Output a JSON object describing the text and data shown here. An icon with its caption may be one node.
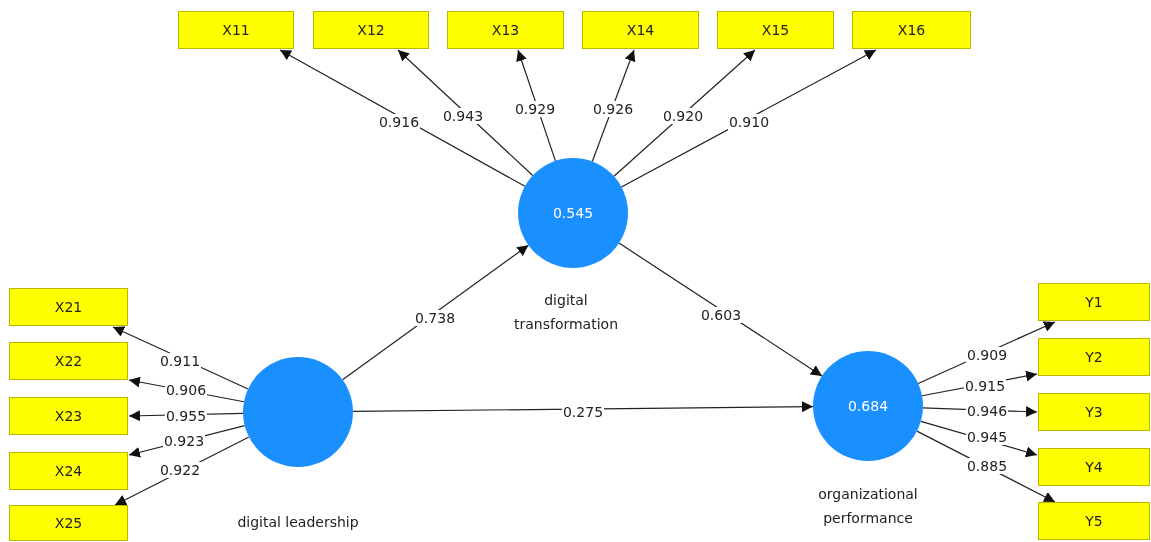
{
  "diagram": {
    "nodes": [
      {
        "text": [
          "X11"
        ]
      },
      {
        "text": [
          "X12"
        ]
      },
      {
        "text": [
          "X13"
        ]
      },
      {
        "text": [
          "X14"
        ]
      },
      {
        "text": [
          "X15"
        ]
      },
      {
        "text": [
          "X16"
        ]
      },
      {
        "text": [
          "0.545",
          "digital transformation"
        ]
      },
      {
        "text": [
          "X21"
        ]
      },
      {
        "text": [
          "X22"
        ]
      },
      {
        "text": [
          "X23"
        ]
      },
      {
        "text": [
          "X24"
        ]
      },
      {
        "text": [
          "X25"
        ]
      },
      {
        "text": [
          "digital leadership"
        ]
      },
      {
        "text": [
          "0.684",
          "organizational performance"
        ]
      },
      {
        "text": [
          "Y1"
        ]
      },
      {
        "text": [
          "Y2"
        ]
      },
      {
        "text": [
          "Y3"
        ]
      },
      {
        "text": [
          "Y4"
        ]
      },
      {
        "text": [
          "Y5"
        ]
      }
    ],
    "edges": [
      {
        "from": 6,
        "to": 0,
        "arrow": "to",
        "label": "0.916"
      },
      {
        "from": 6,
        "to": 1,
        "arrow": "to",
        "label": "0.943"
      },
      {
        "from": 6,
        "to": 2,
        "arrow": "to",
        "label": "0.929"
      },
      {
        "from": 6,
        "to": 3,
        "arrow": "to",
        "label": "0.926"
      },
      {
        "from": 6,
        "to": 4,
        "arrow": "to",
        "label": "0.920"
      },
      {
        "from": 6,
        "to": 5,
        "arrow": "to",
        "label": "0.910"
      },
      {
        "from": 12,
        "to": 7,
        "arrow": "to",
        "label": "0.911"
      },
      {
        "from": 12,
        "to": 8,
        "arrow": "to",
        "label": "0.906"
      },
      {
        "from": 12,
        "to": 9,
        "arrow": "to",
        "label": "0.955"
      },
      {
        "from": 12,
        "to": 10,
        "arrow": "to",
        "label": "0.923"
      },
      {
        "from": 12,
        "to": 11,
        "arrow": "to",
        "label": "0.922"
      },
      {
        "from": 12,
        "to": 6,
        "arrow": "to",
        "label": "0.738"
      },
      {
        "from": 6,
        "to": 13,
        "arrow": "to",
        "label": "0.603"
      },
      {
        "from": 12,
        "to": 13,
        "arrow": "to",
        "label": "0.275"
      },
      {
        "from": 13,
        "to": 14,
        "arrow": "to",
        "label": "0.909"
      },
      {
        "from": 13,
        "to": 15,
        "arrow": "to",
        "label": "0.915"
      },
      {
        "from": 13,
        "to": 16,
        "arrow": "to",
        "label": "0.946"
      },
      {
        "from": 13,
        "to": 17,
        "arrow": "to",
        "label": "0.945"
      },
      {
        "from": 13,
        "to": 18,
        "arrow": "to",
        "label": "0.885"
      }
    ]
  }
}
